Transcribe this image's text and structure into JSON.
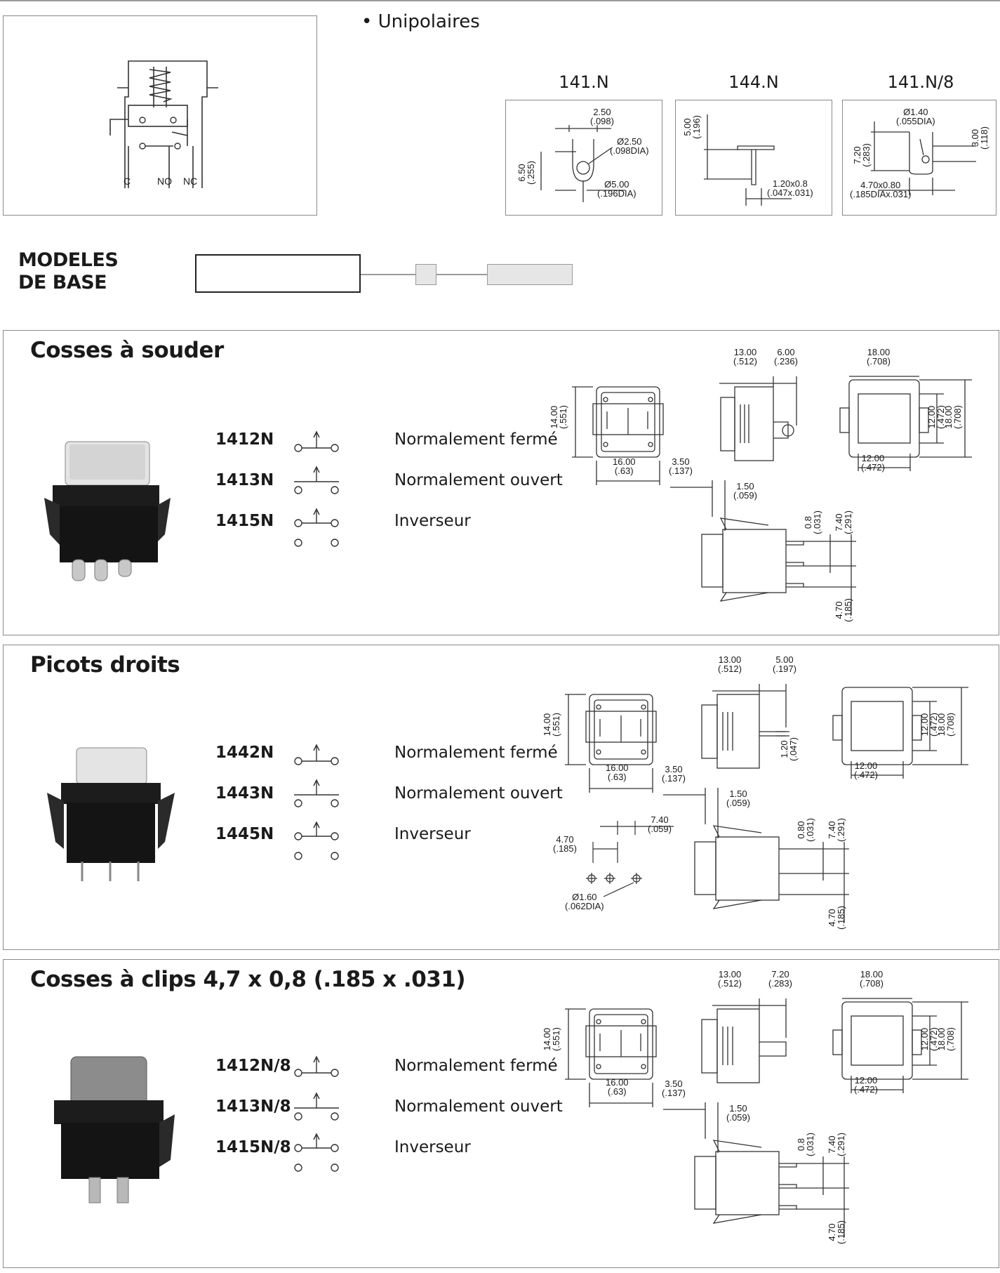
{
  "header": {
    "bullet": "• Unipolaires",
    "circuit_labels": [
      "C",
      "NO",
      "NC"
    ],
    "terminals": [
      {
        "label": "141.N",
        "dims": [
          "2.50\n(.098)",
          "Ø2.50\n(.098DIA)",
          "6.50\n(.255)",
          "Ø5.00\n(.196DIA)"
        ]
      },
      {
        "label": "144.N",
        "dims": [
          "5.00\n(.196)",
          "1.20x0.8\n(.047x.031)"
        ]
      },
      {
        "label": "141.N/8",
        "dims": [
          "Ø1.40\n(.055DIA)",
          "7.20\n(.283)",
          "3.00\n(.118)",
          "4.70x0.80\n(.185DIAx.031)"
        ]
      }
    ]
  },
  "modeles": {
    "title_line1": "MODELES",
    "title_line2": "DE BASE"
  },
  "sections": [
    {
      "title": "Cosses à souder",
      "items": [
        {
          "code": "1412N",
          "desc": "Normalement fermé"
        },
        {
          "code": "1413N",
          "desc": "Normalement ouvert"
        },
        {
          "code": "1415N",
          "desc": "Inverseur"
        }
      ],
      "dims": {
        "front_h": "14.00\n(.551)",
        "front_w": "16.00\n(.63)",
        "side_top": "13.00\n(.512)",
        "side_term": "6.00\n(.236)",
        "back_w": "18.00\n(.708)",
        "back_inner_h": "12.00\n(.472)",
        "back_h": "18.00\n(.708)",
        "back_inner_w": "12.00\n(.472)",
        "profile_a": "3.50\n(.137)",
        "profile_b": "1.50\n(.059)",
        "profile_t": "0.8\n(.031)",
        "profile_p": "7.40\n(.291)",
        "profile_q": "4.70\n(.185)"
      }
    },
    {
      "title": "Picots droits",
      "items": [
        {
          "code": "1442N",
          "desc": "Normalement fermé"
        },
        {
          "code": "1443N",
          "desc": "Normalement ouvert"
        },
        {
          "code": "1445N",
          "desc": "Inverseur"
        }
      ],
      "dims": {
        "front_h": "14.00\n(.551)",
        "front_w": "16.00\n(.63)",
        "side_top": "13.00\n(.512)",
        "side_term": "5.00\n(.197)",
        "side_pin": "1.20\n(.047)",
        "back_w": "",
        "back_inner_h": "12.00\n(.472)",
        "back_h": "18.00\n(.708)",
        "back_inner_w": "12.00\n(.472)",
        "profile_a": "3.50\n(.137)",
        "profile_b": "1.50\n(.059)",
        "profile_t": "0.80\n(.031)",
        "profile_p": "7.40\n(.291)",
        "profile_q": "4.70\n(.185)",
        "hole_a": "4.70\n(.185)",
        "hole_b": "7.40\n(.059)",
        "hole_d": "Ø1.60\n(.062DIA)"
      }
    },
    {
      "title": "Cosses à clips 4,7 x 0,8 (.185 x .031)",
      "items": [
        {
          "code": "1412N/8",
          "desc": "Normalement fermé"
        },
        {
          "code": "1413N/8",
          "desc": "Normalement ouvert"
        },
        {
          "code": "1415N/8",
          "desc": "Inverseur"
        }
      ],
      "dims": {
        "front_h": "14.00\n(.551)",
        "front_w": "16.00\n(.63)",
        "side_top": "13.00\n(.512)",
        "side_term": "7.20\n(.283)",
        "back_w": "18.00\n(.708)",
        "back_inner_h": "12.00\n(.472)",
        "back_h": "18.00\n(.708)",
        "back_inner_w": "12.00\n(.472)",
        "profile_a": "3.50\n(.137)",
        "profile_b": "1.50\n(.059)",
        "profile_t": "0.8\n(.031)",
        "profile_p": "7.40\n(.291)",
        "profile_q": "4.70\n(.185)"
      }
    }
  ],
  "colors": {
    "border": "#8a8a8a",
    "text": "#1a1a1a",
    "gray_box": "#e6e6e6",
    "cap_light": "#d9d9d9",
    "body_dark": "#1c1c1c"
  }
}
